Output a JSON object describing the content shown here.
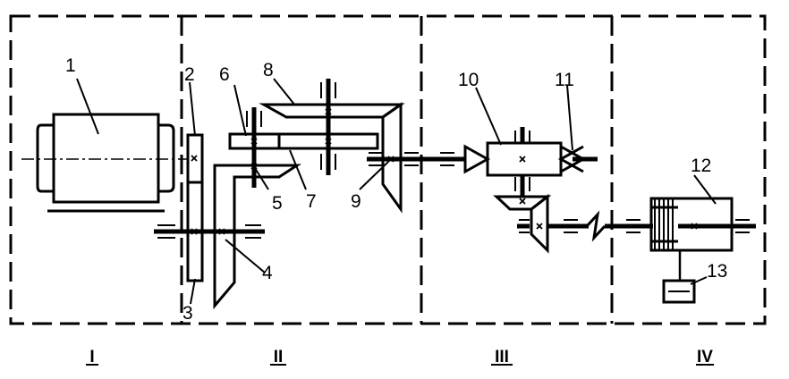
{
  "part_labels": [
    "1",
    "2",
    "3",
    "4",
    "5",
    "6",
    "7",
    "8",
    "9",
    "10",
    "11",
    "12",
    "13"
  ],
  "sections": [
    "I",
    "II",
    "III",
    "IV"
  ]
}
